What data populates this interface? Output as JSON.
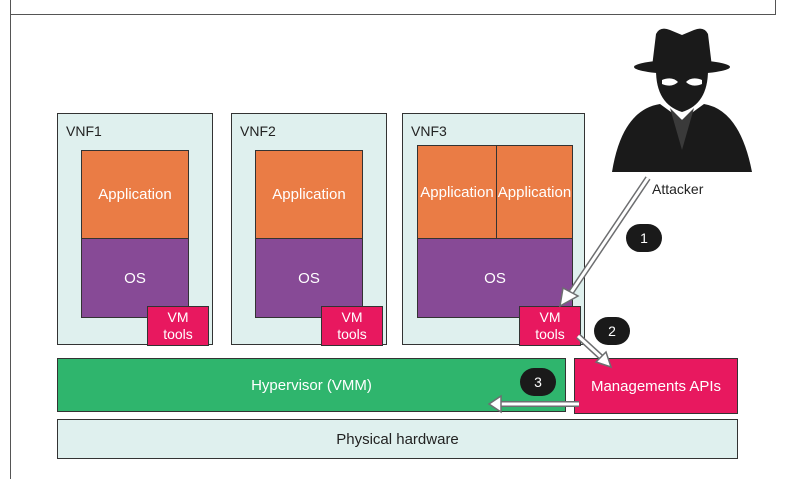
{
  "vnfs": [
    {
      "label": "VNF1",
      "apps": [
        "Application"
      ],
      "os": "OS",
      "vm_tools": "VM\ntools"
    },
    {
      "label": "VNF2",
      "apps": [
        "Application"
      ],
      "os": "OS",
      "vm_tools": "VM\ntools"
    },
    {
      "label": "VNF3",
      "apps": [
        "Application",
        "Application"
      ],
      "os": "OS",
      "vm_tools": "VM\ntools"
    }
  ],
  "hypervisor": "Hypervisor (VMM)",
  "management_apis": "Managements APIs",
  "physical_hardware": "Physical hardware",
  "attacker": {
    "label": "Attacker",
    "icon": "spy-icon"
  },
  "steps": [
    "1",
    "2",
    "3"
  ],
  "colors": {
    "vnf_bg": "#dff0ee",
    "application": "#ea7c45",
    "os": "#874a96",
    "vm_tools": "#e8185f",
    "hypervisor": "#2fb56d",
    "management": "#e8185f",
    "badge": "#1a1a1a"
  }
}
